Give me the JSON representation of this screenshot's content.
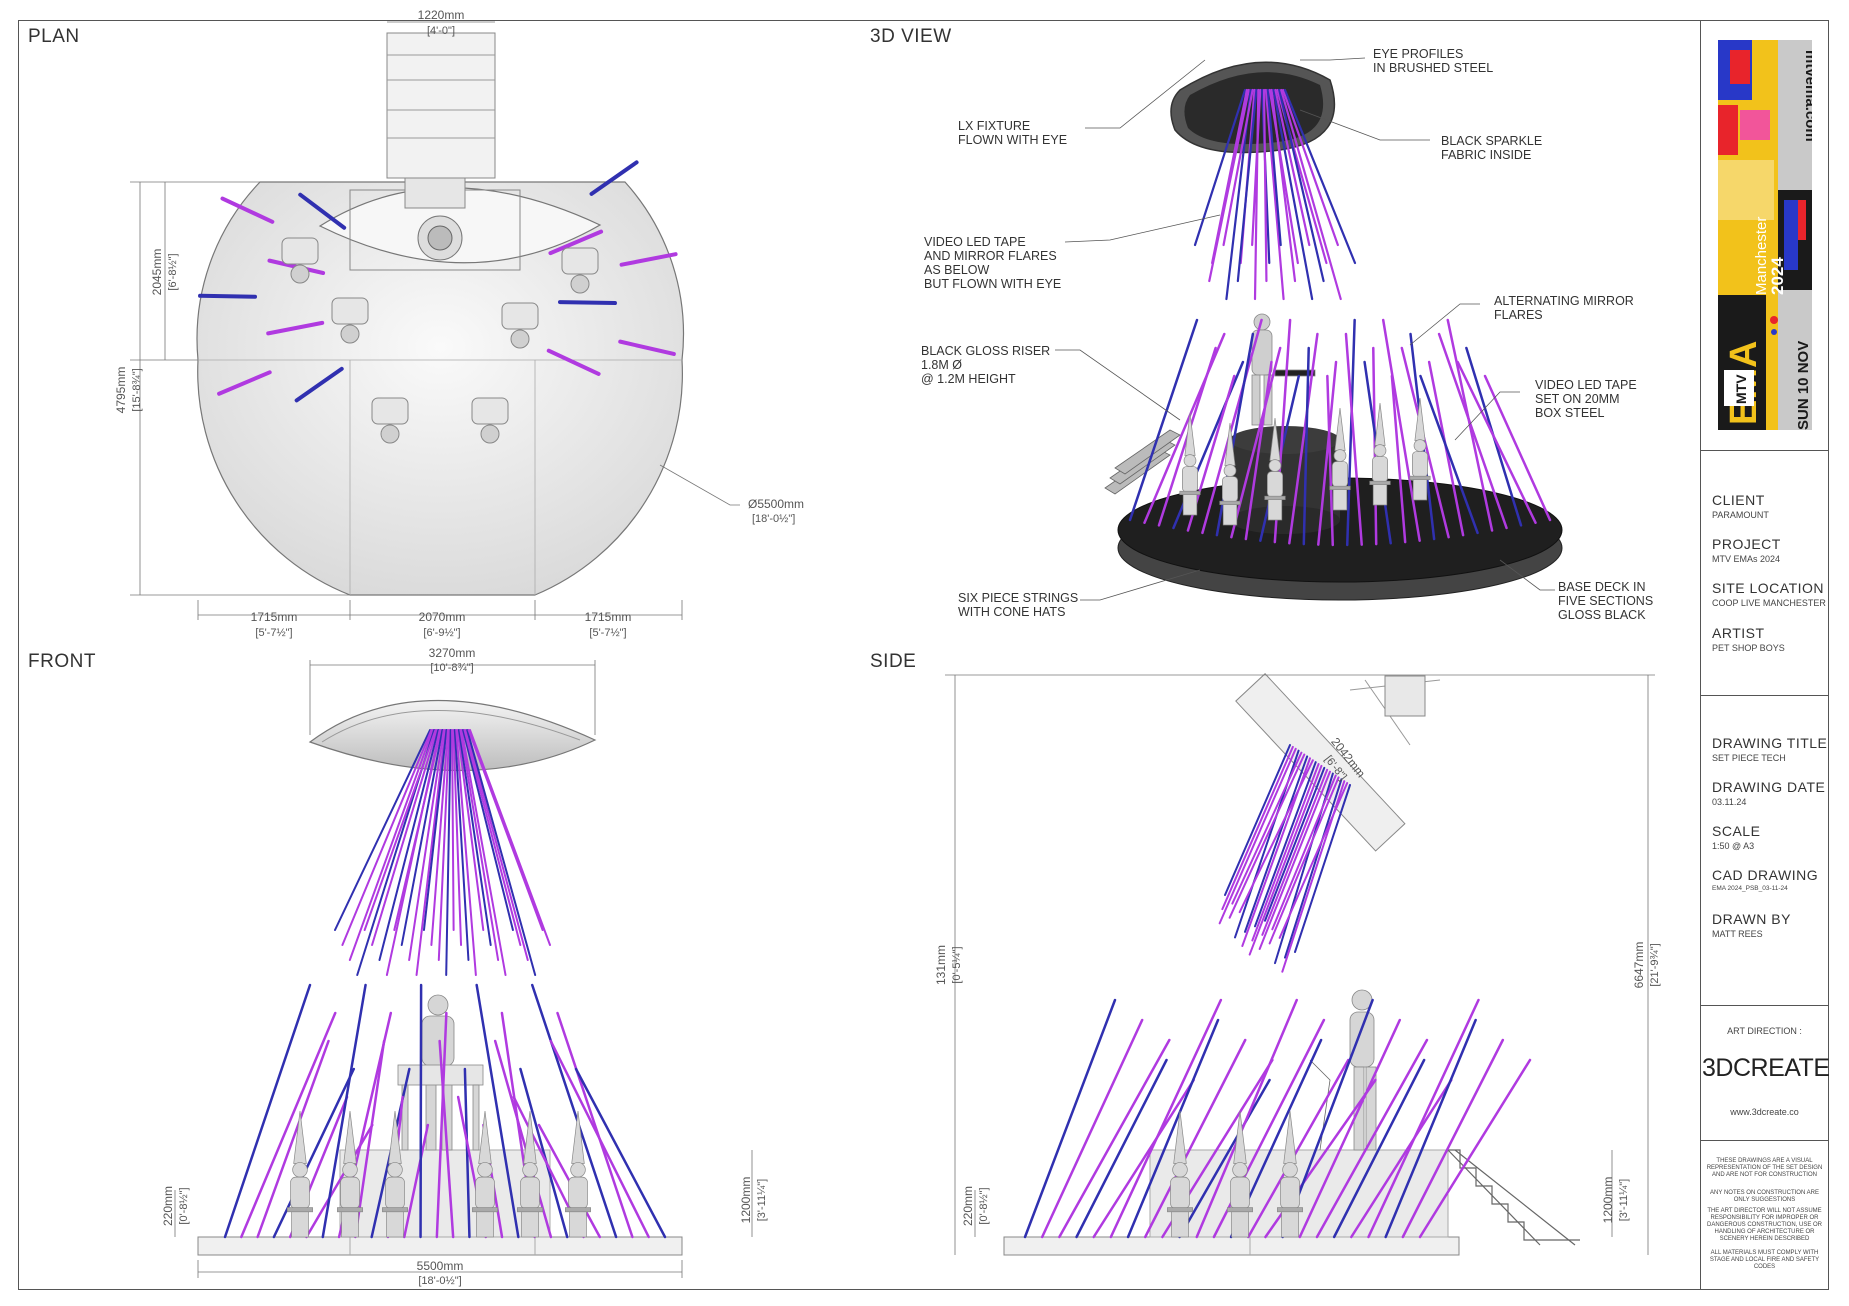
{
  "views": {
    "plan": "PLAN",
    "view3d": "3D VIEW",
    "front": "FRONT",
    "side": "SIDE"
  },
  "plan_dims": {
    "top_width": "1220mm",
    "top_width_imp": "[4'-0\"]",
    "eye_depth": "2045mm",
    "eye_depth_imp": "[6'-8½\"]",
    "total_depth": "4795mm",
    "total_depth_imp": "[15'-8¾\"]",
    "diameter": "Ø5500mm",
    "diameter_imp": "[18'-0½\"]",
    "seg_left": "1715mm",
    "seg_left_imp": "[5'-7½\"]",
    "seg_mid": "2070mm",
    "seg_mid_imp": "[6'-9½\"]",
    "seg_right": "1715mm",
    "seg_right_imp": "[5'-7½\"]"
  },
  "callouts": {
    "lx": "LX FIXTURE\nFLOWN WITH EYE",
    "eye_profiles": "EYE PROFILES\nIN BRUSHED STEEL",
    "black_sparkle": "BLACK SPARKLE\nFABRIC INSIDE",
    "video_led_eye": "VIDEO LED TAPE\nAND MIRROR FLARES\nAS BELOW\nBUT FLOWN WITH EYE",
    "alternating": "ALTERNATING MIRROR\nFLARES",
    "riser": "BLACK GLOSS RISER\n1.8M Ø\n@ 1.2M HEIGHT",
    "video_led_box": "VIDEO LED TAPE\nSET ON 20MM\nBOX STEEL",
    "strings": "SIX PIECE STRINGS\nWITH CONE HATS",
    "base_deck": "BASE DECK IN\nFIVE SECTIONS\nGLOSS BLACK"
  },
  "front_dims": {
    "eye_width": "3270mm",
    "eye_width_imp": "[10'-8¾\"]",
    "deck_h": "220mm",
    "deck_h_imp": "[0'-8½\"]",
    "riser_h": "1200mm",
    "riser_h_imp": "[3'-11¼\"]",
    "base_w": "5500mm",
    "base_w_imp": "[18'-0½\"]"
  },
  "side_dims": {
    "eye_depth": "2042mm",
    "eye_depth_imp": "[6'-8\"]",
    "gap": "131mm",
    "gap_imp": "[0'-5¼\"]",
    "total_h": "6647mm",
    "total_h_imp": "[21'-9¾\"]",
    "deck_h": "220mm",
    "deck_h_imp": "[0'-8½\"]",
    "riser_h": "1200mm",
    "riser_h_imp": "[3'-11¼\"]"
  },
  "poster": {
    "site": "mtvema.com",
    "city": "Manchester",
    "year": "2024",
    "brand": "EMA",
    "logo": "MTV",
    "date": "SUN 10 NOV",
    "colors": {
      "yellow": "#f2c21b",
      "red": "#e8242b",
      "blue": "#2838c8",
      "pink": "#f2559a",
      "dark": "#1a1a1a",
      "grey": "#c9c9c9"
    }
  },
  "title_block": {
    "client_label": "CLIENT",
    "client": "PARAMOUNT",
    "project_label": "PROJECT",
    "project": "MTV EMAs 2024",
    "site_label": "SITE LOCATION",
    "site": "COOP LIVE MANCHESTER",
    "artist_label": "ARTIST",
    "artist": "PET SHOP BOYS",
    "title_label": "DRAWING TITLE",
    "title": "SET PIECE TECH",
    "date_label": "DRAWING DATE",
    "date": "03.11.24",
    "scale_label": "SCALE",
    "scale": "1:50 @ A3",
    "cad_label": "CAD DRAWING",
    "cad": "EMA 2024_PSB_03-11-24",
    "drawn_label": "DRAWN BY",
    "drawn": "MATT REES",
    "art_direction": "ART DIRECTION :",
    "company": "3DCREATE",
    "company_url": "www.3dcreate.co",
    "notes": [
      "THESE DRAWINGS ARE A VISUAL REPRESENTATION OF THE SET DESIGN AND ARE NOT FOR CONSTRUCTION",
      "ANY NOTES ON CONSTRUCTION ARE ONLY SUGGESTIONS",
      "THE ART DIRECTOR WILL NOT ASSUME RESPONSIBILITY FOR IMPROPER OR DANGEROUS CONSTRUCTION, USE OR HANDLING OF ARCHITECTURE OR SCENERY HEREIN DESCRIBED",
      "ALL MATERIALS MUST COMPLY WITH STAGE AND LOCAL FIRE AND SAFETY CODES"
    ]
  },
  "colors": {
    "flare_purple": "#b03ae0",
    "flare_blue": "#3030b0",
    "line": "#555555",
    "deck": "#222222"
  }
}
